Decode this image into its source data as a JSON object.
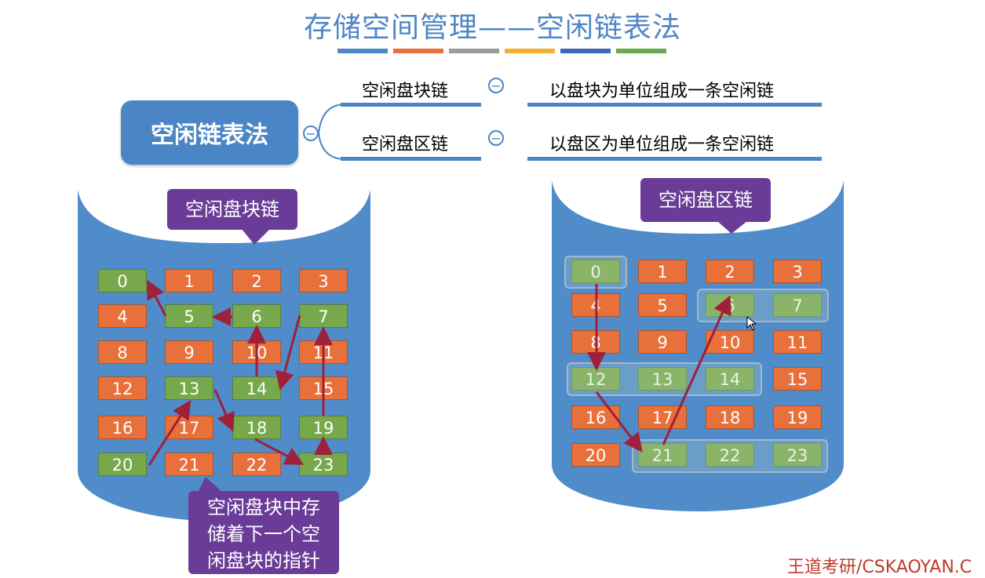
{
  "title": "存储空间管理——空闲链表法",
  "root_label": "空闲链表法",
  "branches": [
    {
      "name": "空闲盘块链",
      "desc": "以盘块为单位组成一条空闲链"
    },
    {
      "name": "空闲盘区链",
      "desc": "以盘区为单位组成一条空闲链"
    }
  ],
  "left": {
    "label": "空闲盘块链",
    "note": [
      "空闲盘块中存",
      "储着下一个空",
      "闲盘块的指针"
    ],
    "free": [
      0,
      5,
      6,
      7,
      13,
      14,
      18,
      19,
      20,
      23
    ]
  },
  "right": {
    "label": "空闲盘区链",
    "free": [
      0,
      6,
      7,
      12,
      13,
      14,
      21,
      22,
      23
    ]
  },
  "blocks": [
    "0",
    "1",
    "2",
    "3",
    "4",
    "5",
    "6",
    "7",
    "8",
    "9",
    "10",
    "11",
    "12",
    "13",
    "14",
    "15",
    "16",
    "17",
    "18",
    "19",
    "20",
    "21",
    "22",
    "23"
  ],
  "footer": "王道考研/CSKAOYAN.C",
  "colors": {
    "free": "#77a84b",
    "used": "#e8703a",
    "accent": "#4a86c5",
    "callout": "#6a3c97"
  }
}
